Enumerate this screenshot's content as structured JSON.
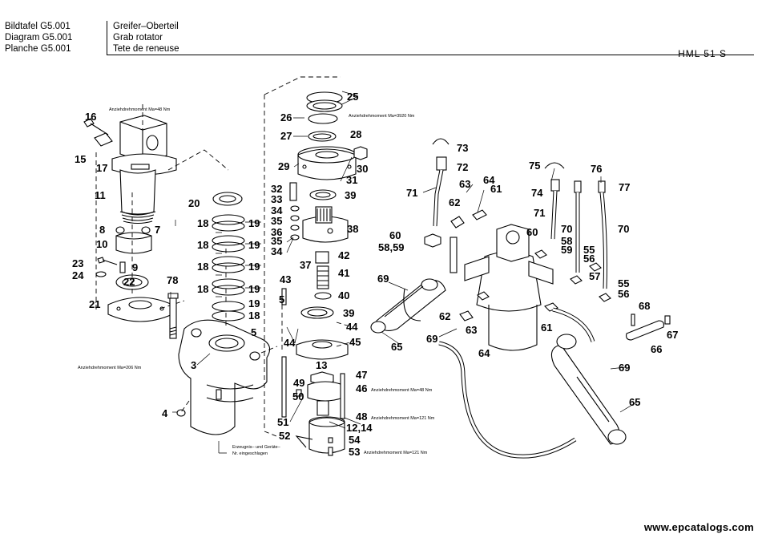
{
  "header": {
    "left_lines": [
      "Bildtafel G5.001",
      "Diagram G5.001",
      "Planche G5.001"
    ],
    "right_lines": [
      "Greifer–Oberteil",
      "Grab rotator",
      "Tete de reneuse"
    ],
    "model": "HML 51 S"
  },
  "watermark": "www.epcatalogs.com",
  "torque_notes": {
    "t48_top": "Anziehdrehmoment Ma=48 Nm",
    "t3920": "Anziehdrehmoment Ma=3920 Nm",
    "t206": "Anziehdrehmoment Ma=206 Nm",
    "t48_mid": "Anziehdrehmoment Ma=48 Nm",
    "t121_a": "Anziehdrehmoment Ma=121 Nm",
    "t121_b": "Anziehdrehmoment Ma=121 Nm"
  },
  "stamp_note": {
    "line1": "Erzeugnis– und Geräte–",
    "line2": "Nr. eingeschlagen"
  },
  "callouts": {
    "c16": "16",
    "c15": "15",
    "c17": "17",
    "c11": "11",
    "c8": "8",
    "c7": "7",
    "c10": "10",
    "c23": "23",
    "c9": "9",
    "c24": "24",
    "c22": "22",
    "c21": "21",
    "c78": "78",
    "c3": "3",
    "c4": "4",
    "c20": "20",
    "c18a": "18",
    "c19a": "19",
    "c18b": "18",
    "c19b": "19",
    "c18c": "18",
    "c19c": "19",
    "c18d": "18",
    "c19d": "19",
    "c19e": "19",
    "c18e": "18",
    "c5a": "5",
    "c25": "25",
    "c26": "26",
    "c27": "27",
    "c28": "28",
    "c29": "29",
    "c30": "30",
    "c31": "31",
    "c32": "32",
    "c33": "33",
    "c34a": "34",
    "c35a": "35",
    "c36": "36",
    "c35b": "35",
    "c34b": "34",
    "c39a": "39",
    "c38": "38",
    "c37": "37",
    "c42": "42",
    "c41": "41",
    "c40": "40",
    "c43": "43",
    "c5b": "5",
    "c39b": "39",
    "c44a": "44",
    "c44b": "44",
    "c45": "45",
    "c13": "13",
    "c49": "49",
    "c47": "47",
    "c46": "46",
    "c50": "50",
    "c51": "51",
    "c48": "48",
    "c1214": "12,14",
    "c52": "52",
    "c54": "54",
    "c53": "53",
    "c73": "73",
    "c72": "72",
    "c71a": "71",
    "c63a": "63",
    "c64a": "64",
    "c61a": "61",
    "c62a": "62",
    "c60a": "60",
    "c5859": "58,59",
    "c69a": "69",
    "c65a": "65",
    "c69b": "69",
    "c62b": "62",
    "c63b": "63",
    "c64b": "64",
    "c60b": "60",
    "c61b": "61",
    "c75": "75",
    "c76": "76",
    "c74": "74",
    "c77": "77",
    "c71b": "71",
    "c70a": "70",
    "c70b": "70",
    "c58": "58",
    "c59": "59",
    "c55a": "55",
    "c56a": "56",
    "c57": "57",
    "c55b": "55",
    "c56b": "56",
    "c68": "68",
    "c67": "67",
    "c66": "66",
    "c69c": "69",
    "c65b": "65"
  }
}
